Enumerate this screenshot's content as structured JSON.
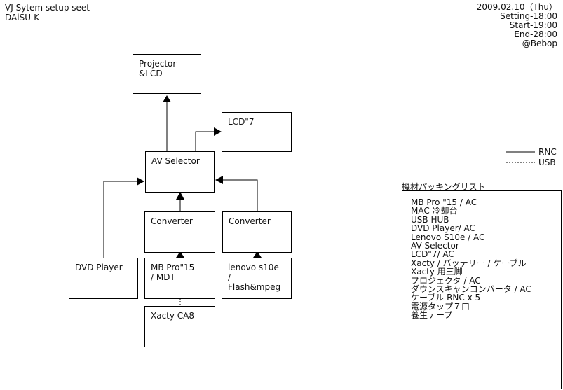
{
  "header": {
    "title": "VJ Sytem setup seet",
    "author": "DAiSU-K"
  },
  "event_info": {
    "date": "2009.02.10（Thu）",
    "setting": "Setting-18:00",
    "start": "Start-19:00",
    "end": "End-28:00",
    "venue": "@Bebop"
  },
  "diagram": {
    "projector": "Projector\n&LCD",
    "lcd7": "LCD\"7",
    "av_selector": "AV Selector",
    "converter_left": "Converter",
    "converter_right": "Converter",
    "dvd_player": "DVD Player",
    "mbpro": "MB Pro\"15\n/ MDT",
    "lenovo": "lenovo s10e\n/ Flash&mpeg",
    "xacty": "Xacty CA8"
  },
  "legend": {
    "solid": "RNC",
    "dashed": "USB"
  },
  "packing": {
    "title": "機材パッキングリスト",
    "items": [
      "MB Pro \"15 / AC",
      "MAC 冷却台",
      "USB HUB",
      "DVD Player/ AC",
      "Lenovo S10e / AC",
      "AV Selector",
      "LCD\"7/ AC",
      "Xacty / バッテリー / ケーブル",
      "Xacty 用三脚",
      "プロジェクタ / AC",
      "ダウンスキャンコンバータ / AC",
      "ケーブル RNC x 5",
      "電源タップ７口",
      "養生テープ"
    ]
  }
}
